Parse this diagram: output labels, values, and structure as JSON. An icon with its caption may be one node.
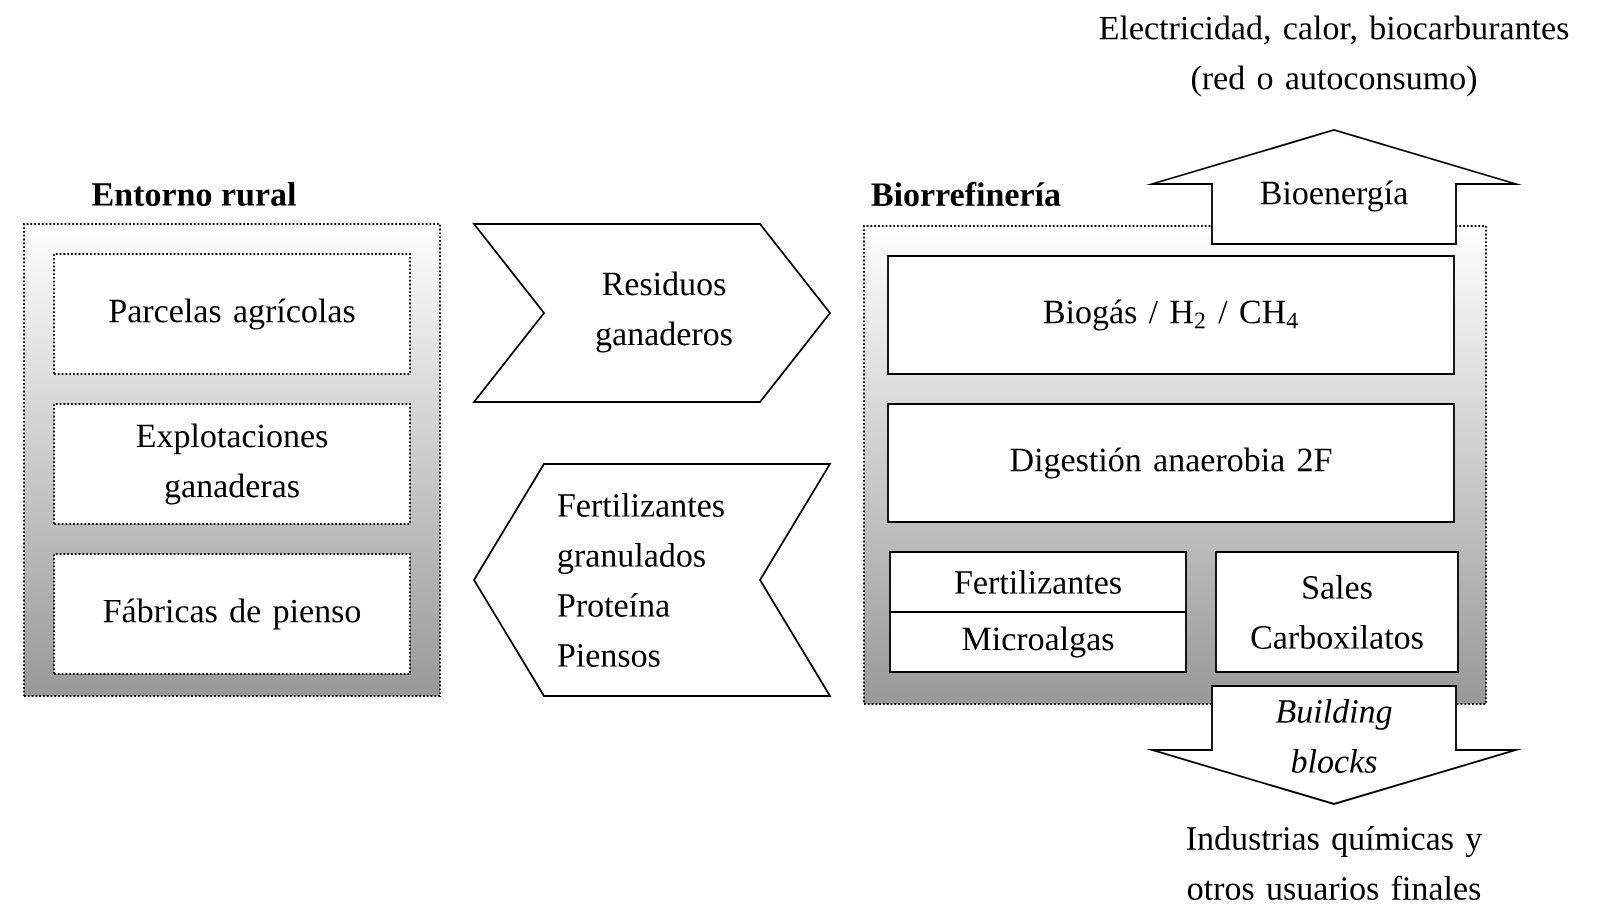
{
  "diagram": {
    "nodes": [
      {
        "text": [
          "Entorno rural"
        ]
      },
      {
        "text": [
          "Parcelas agrícolas"
        ],
        "in": 0
      },
      {
        "text": [
          "Explotaciones ganaderas"
        ],
        "in": 0
      },
      {
        "text": [
          "Fábricas de pienso"
        ],
        "in": 0
      },
      {
        "text": [
          "Biorrefinería"
        ]
      },
      {
        "text": [
          "Biogás / H$_{2}$ / CH$_{4}$"
        ],
        "in": 4
      },
      {
        "text": [
          "Digestión anaerobia 2F"
        ],
        "in": 4
      },
      {
        "text": [
          "Fertilizantes"
        ],
        "in": 4
      },
      {
        "text": [
          "Microalgas"
        ],
        "in": 4
      },
      {
        "text": [
          "Sales Carboxilatos"
        ],
        "in": 4
      },
      {
        "text": [
          "Electricidad, calor, biocarburantes (red o autoconsumo)"
        ]
      },
      {
        "text": [
          "Industrias químicas y otros usuarios finales"
        ]
      }
    ],
    "edges": [
      {
        "from": 0,
        "to": 4,
        "arrow": "to",
        "label": "Residuos ganaderos"
      },
      {
        "from": 4,
        "to": 0,
        "arrow": "to",
        "label": "Fertilizantes granulados Proteína Piensos"
      },
      {
        "from": 4,
        "to": 10,
        "arrow": "to",
        "label": "Bioenergía"
      },
      {
        "from": 4,
        "to": 11,
        "arrow": "to",
        "label": "Building blocks"
      }
    ]
  }
}
